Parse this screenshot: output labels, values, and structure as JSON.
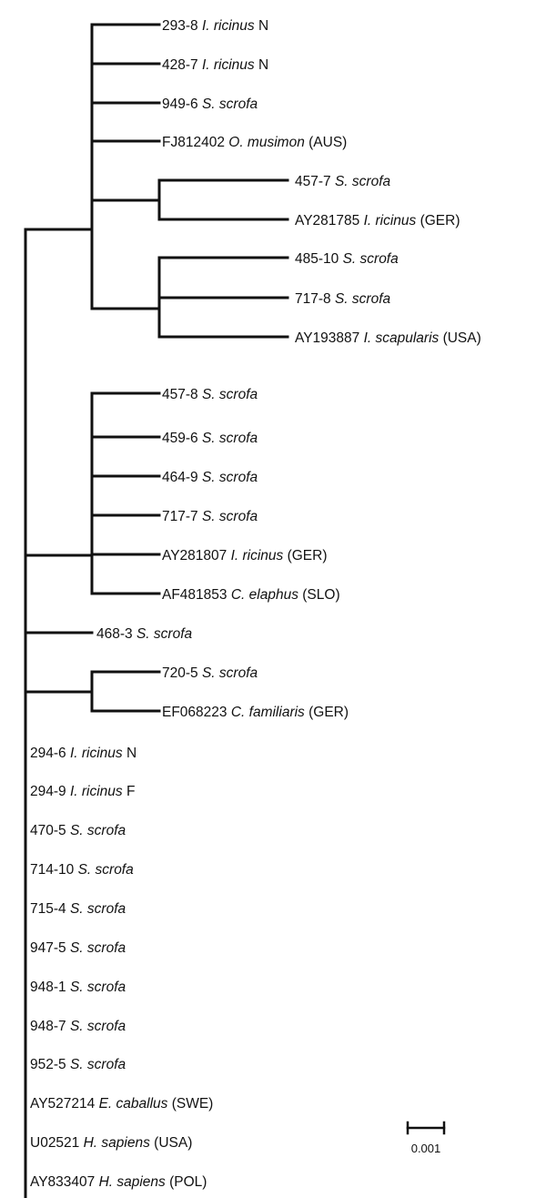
{
  "tree": {
    "type": "phylogenetic-tree",
    "line_color": "#111111",
    "scale_bar": {
      "value": 0.001,
      "label": "0.001"
    },
    "leaves": [
      {
        "id": "293-8",
        "species": "I. ricinus",
        "suffix": "N"
      },
      {
        "id": "428-7",
        "species": "I. ricinus",
        "suffix": "N"
      },
      {
        "id": "949-6",
        "species": "S. scrofa",
        "suffix": ""
      },
      {
        "id": "FJ812402",
        "species": "O. musimon",
        "suffix": "(AUS)"
      },
      {
        "id": "457-7",
        "species": "S. scrofa",
        "suffix": ""
      },
      {
        "id": "AY281785",
        "species": "I. ricinus",
        "suffix": "(GER)"
      },
      {
        "id": "485-10",
        "species": "S. scrofa",
        "suffix": ""
      },
      {
        "id": "717-8",
        "species": "S. scrofa",
        "suffix": ""
      },
      {
        "id": "AY193887",
        "species": "I. scapularis",
        "suffix": "(USA)"
      },
      {
        "id": "457-8",
        "species": "S. scrofa",
        "suffix": ""
      },
      {
        "id": "459-6",
        "species": "S. scrofa",
        "suffix": ""
      },
      {
        "id": "464-9",
        "species": "S. scrofa",
        "suffix": ""
      },
      {
        "id": "717-7",
        "species": "S. scrofa",
        "suffix": ""
      },
      {
        "id": "AY281807",
        "species": "I. ricinus",
        "suffix": "(GER)"
      },
      {
        "id": "AF481853",
        "species": "C. elaphus",
        "suffix": "(SLO)"
      },
      {
        "id": "468-3",
        "species": "S. scrofa",
        "suffix": ""
      },
      {
        "id": "720-5",
        "species": "S. scrofa",
        "suffix": ""
      },
      {
        "id": "EF068223",
        "species": "C. familiaris",
        "suffix": "(GER)"
      },
      {
        "id": "294-6",
        "species": "I. ricinus",
        "suffix": "N"
      },
      {
        "id": "294-9",
        "species": "I. ricinus",
        "suffix": "F"
      },
      {
        "id": "470-5",
        "species": "S. scrofa",
        "suffix": ""
      },
      {
        "id": "714-10",
        "species": "S. scrofa",
        "suffix": ""
      },
      {
        "id": "715-4",
        "species": "S. scrofa",
        "suffix": ""
      },
      {
        "id": "947-5",
        "species": "S. scrofa",
        "suffix": ""
      },
      {
        "id": "948-1",
        "species": "S. scrofa",
        "suffix": ""
      },
      {
        "id": "948-7",
        "species": "S. scrofa",
        "suffix": ""
      },
      {
        "id": "952-5",
        "species": "S. scrofa",
        "suffix": ""
      },
      {
        "id": "AY527214",
        "species": "E. caballus",
        "suffix": "(SWE)"
      },
      {
        "id": "U02521",
        "species": "H. sapiens",
        "suffix": "(USA)"
      },
      {
        "id": "AY833407",
        "species": "H. sapiens",
        "suffix": "(POL)"
      }
    ]
  }
}
